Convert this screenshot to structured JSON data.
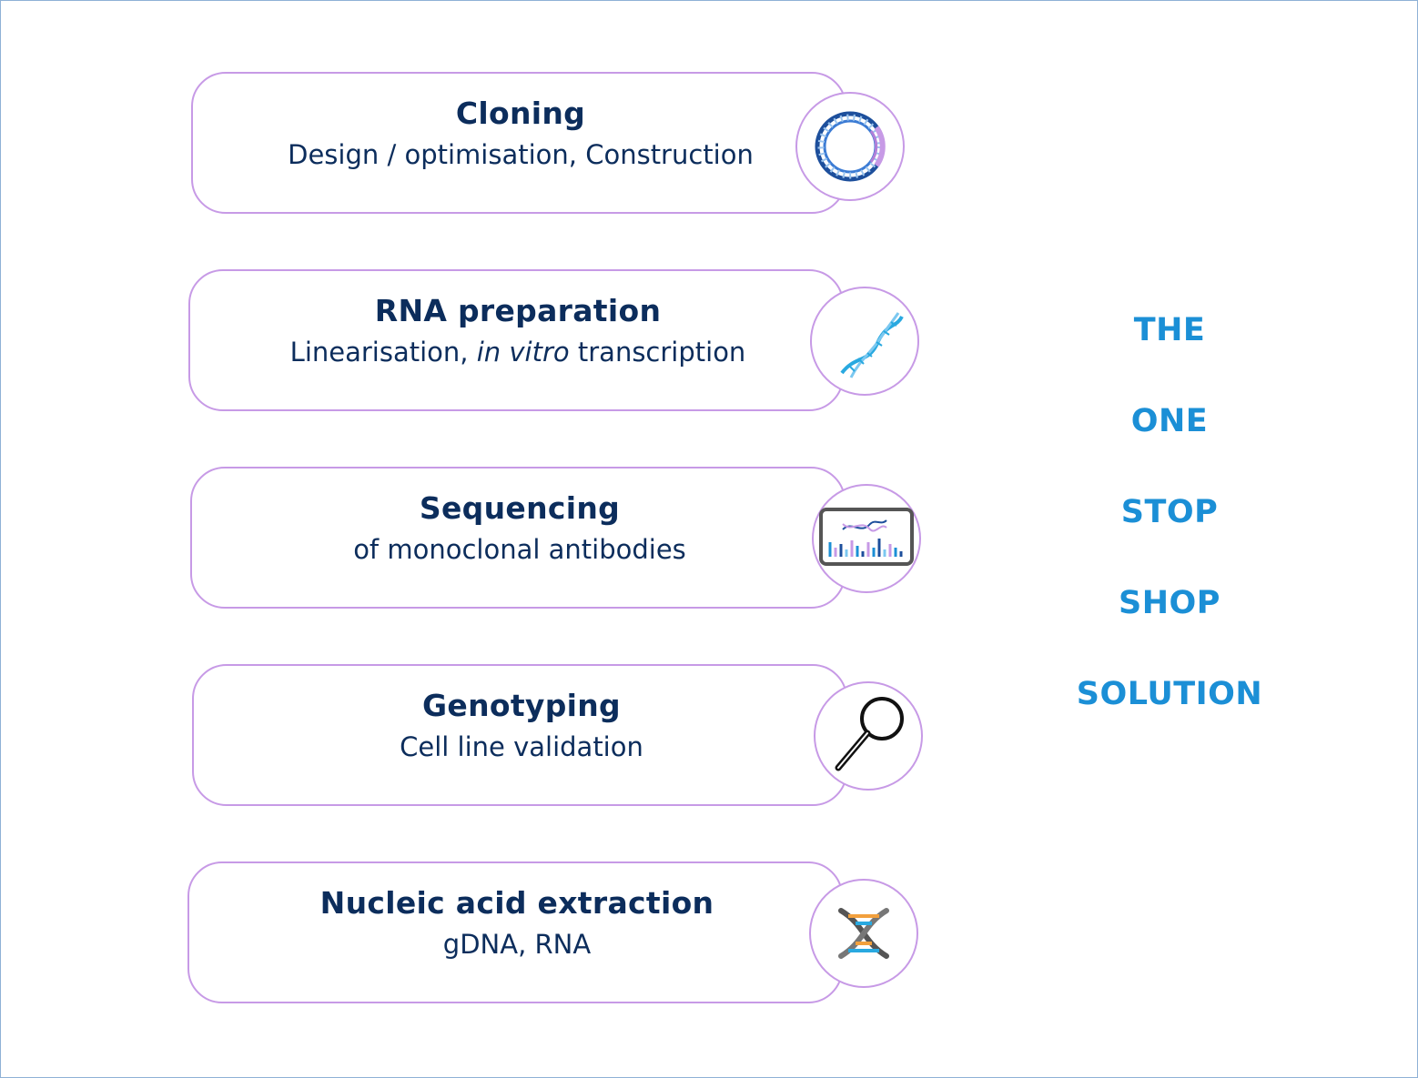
{
  "cards": [
    {
      "title": "Cloning",
      "subtitle": "Design / optimisation, Construction",
      "icon": "plasmid-icon"
    },
    {
      "title": "RNA preparation",
      "subtitle_parts": [
        "Linearisation, ",
        "in vitro",
        " transcription"
      ],
      "icon": "rna-helix-icon"
    },
    {
      "title": "Sequencing",
      "subtitle": "of monoclonal antibodies",
      "icon": "sequencing-monitor-icon"
    },
    {
      "title": "Genotyping",
      "subtitle": "Cell line validation",
      "icon": "magnifying-glass-icon"
    },
    {
      "title": "Nucleic acid extraction",
      "subtitle": "gDNA, RNA",
      "icon": "dna-helix-icon"
    }
  ],
  "tagline": [
    "THE",
    "ONE",
    "STOP",
    "SHOP",
    "SOLUTION"
  ],
  "colors": {
    "title": "#0c2d5c",
    "card_border": "#c79ae6",
    "tagline": "#1b8fd6",
    "frame_border": "#8fb1d6"
  }
}
